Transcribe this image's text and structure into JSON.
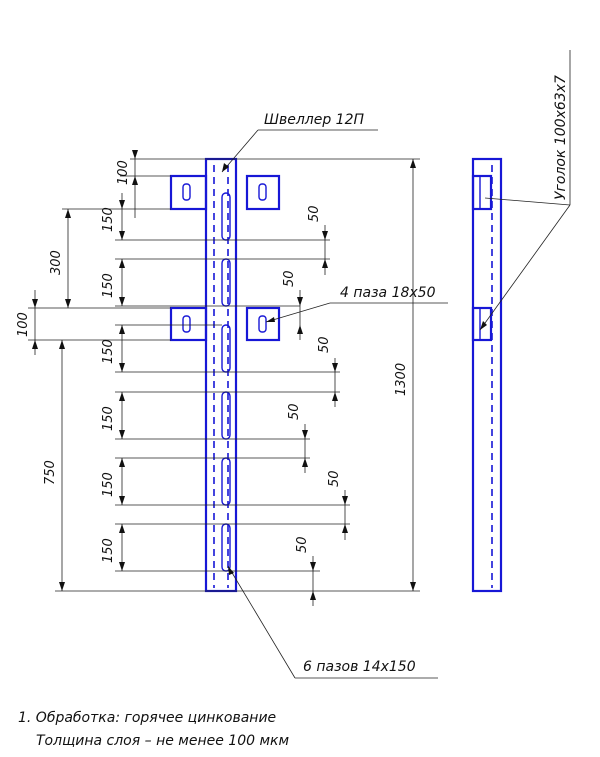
{
  "labels": {
    "channel": "Швеллер 12П",
    "angle": "Уголок 100х63х7",
    "slots_4": "4 паза 18х50",
    "slots_6": "6 пазов 14х150"
  },
  "dimensions": {
    "top_100": "100",
    "left_300": "300",
    "left_100": "100",
    "left_750": "750",
    "s150_a": "150",
    "s150_b": "150",
    "s150_c": "150",
    "s150_d": "150",
    "s150_e": "150",
    "s150_f": "150",
    "s50_a": "50",
    "s50_b": "50",
    "s50_c": "50",
    "s50_d": "50",
    "s50_e": "50",
    "s50_f": "50",
    "total_1300": "1300"
  },
  "notes": {
    "line1": "1. Обработка: горячее цинкование",
    "line2": "Толщина слоя – не менее 100 мкм"
  },
  "colors": {
    "part": "#1717d6",
    "lines": "#222222"
  }
}
